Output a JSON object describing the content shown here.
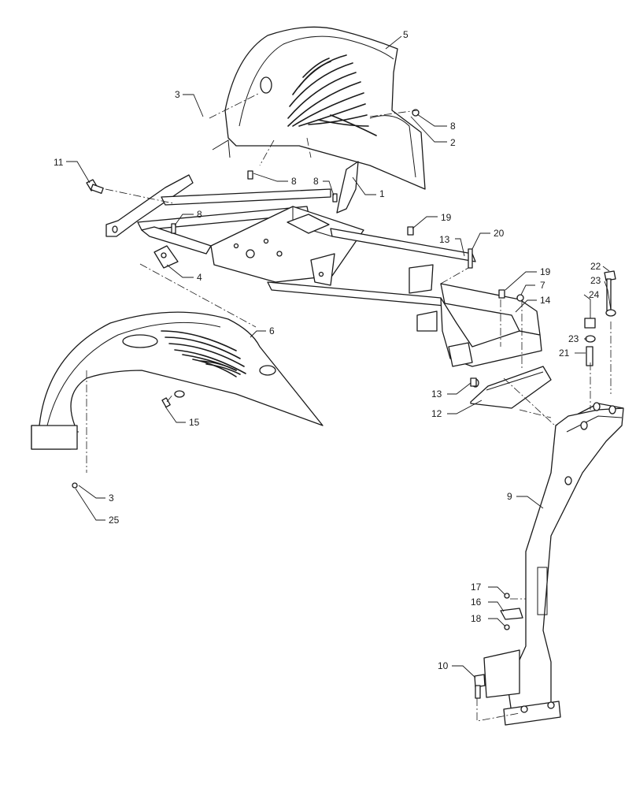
{
  "diagram": {
    "callouts": [
      {
        "id": "c5",
        "text": "5"
      },
      {
        "id": "c3a",
        "text": "3"
      },
      {
        "id": "c8a",
        "text": "8"
      },
      {
        "id": "c2",
        "text": "2"
      },
      {
        "id": "c11",
        "text": "11"
      },
      {
        "id": "c8b",
        "text": "8"
      },
      {
        "id": "c8c",
        "text": "8"
      },
      {
        "id": "c1",
        "text": "1"
      },
      {
        "id": "c8d",
        "text": "8"
      },
      {
        "id": "c19a",
        "text": "19"
      },
      {
        "id": "c13a",
        "text": "13"
      },
      {
        "id": "c20",
        "text": "20"
      },
      {
        "id": "c4",
        "text": "4"
      },
      {
        "id": "c22",
        "text": "22"
      },
      {
        "id": "c23a",
        "text": "23"
      },
      {
        "id": "c19b",
        "text": "19"
      },
      {
        "id": "c7",
        "text": "7"
      },
      {
        "id": "c14",
        "text": "14"
      },
      {
        "id": "c24",
        "text": "24"
      },
      {
        "id": "c6",
        "text": "6"
      },
      {
        "id": "c23b",
        "text": "23"
      },
      {
        "id": "c21",
        "text": "21"
      },
      {
        "id": "c13b",
        "text": "13"
      },
      {
        "id": "c12",
        "text": "12"
      },
      {
        "id": "c15",
        "text": "15"
      },
      {
        "id": "c3b",
        "text": "3"
      },
      {
        "id": "c25",
        "text": "25"
      },
      {
        "id": "c9",
        "text": "9"
      },
      {
        "id": "c17",
        "text": "17"
      },
      {
        "id": "c16",
        "text": "16"
      },
      {
        "id": "c18",
        "text": "18"
      },
      {
        "id": "c10",
        "text": "10"
      }
    ]
  }
}
